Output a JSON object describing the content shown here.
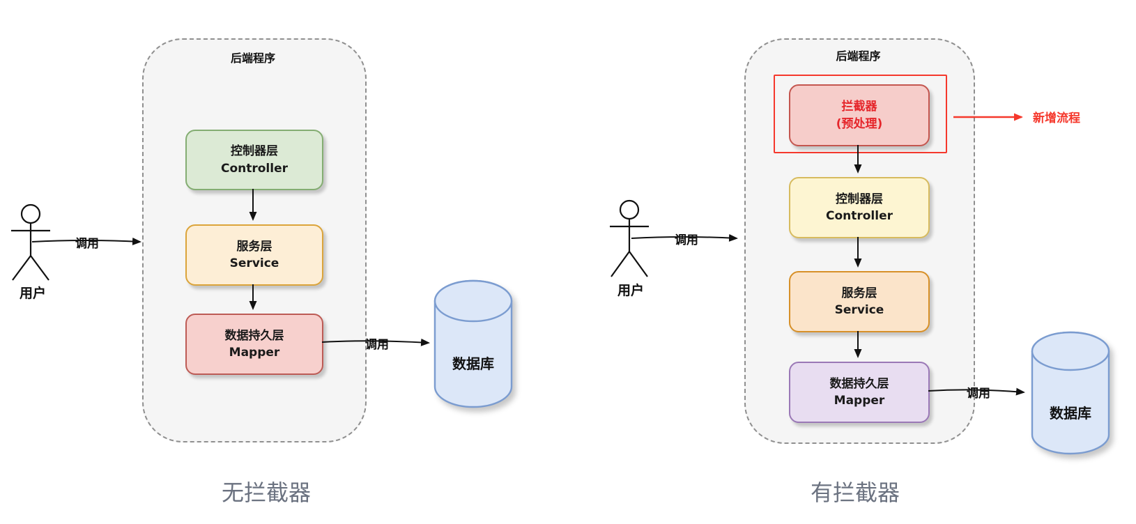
{
  "left_diagram": {
    "caption": "无拦截器",
    "container_label": "后端程序",
    "actor_label": "用户",
    "call_label_user": "调用",
    "call_label_db": "调用",
    "database_label": "数据库",
    "boxes": [
      {
        "title": "控制器层",
        "subtitle": "Controller",
        "fill": "#dcead5",
        "border": "#84ad72"
      },
      {
        "title": "服务层",
        "subtitle": "Service",
        "fill": "#fdeed6",
        "border": "#dba43a"
      },
      {
        "title": "数据持久层",
        "subtitle": "Mapper",
        "fill": "#f7d0cd",
        "border": "#bd5b55"
      }
    ],
    "database_colors": {
      "fill": "#dce7f8",
      "border": "#7b9cd0"
    }
  },
  "right_diagram": {
    "caption": "有拦截器",
    "container_label": "后端程序",
    "actor_label": "用户",
    "call_label_user": "调用",
    "call_label_db": "调用",
    "database_label": "数据库",
    "interceptor": {
      "title": "拦截器",
      "subtitle": "(预处理)",
      "fill": "#f6cdca",
      "border": "#c4564f",
      "text_color": "#e5262b",
      "highlight_color": "#f5382c"
    },
    "annotation_label": "新增流程",
    "annotation_color": "#f5382c",
    "boxes": [
      {
        "title": "控制器层",
        "subtitle": "Controller",
        "fill": "#fdf5d2",
        "border": "#d7bb5e"
      },
      {
        "title": "服务层",
        "subtitle": "Service",
        "fill": "#fbe4ca",
        "border": "#d79028"
      },
      {
        "title": "数据持久层",
        "subtitle": "Mapper",
        "fill": "#e8ddf1",
        "border": "#9a78b6"
      }
    ],
    "database_colors": {
      "fill": "#dce7f8",
      "border": "#7b9cd0"
    }
  },
  "shared_colors": {
    "container_bg": "#f5f5f5",
    "container_border": "#8f8f8f",
    "caption_gray": "#6b7280",
    "stroke_black": "#1a1a1a"
  }
}
